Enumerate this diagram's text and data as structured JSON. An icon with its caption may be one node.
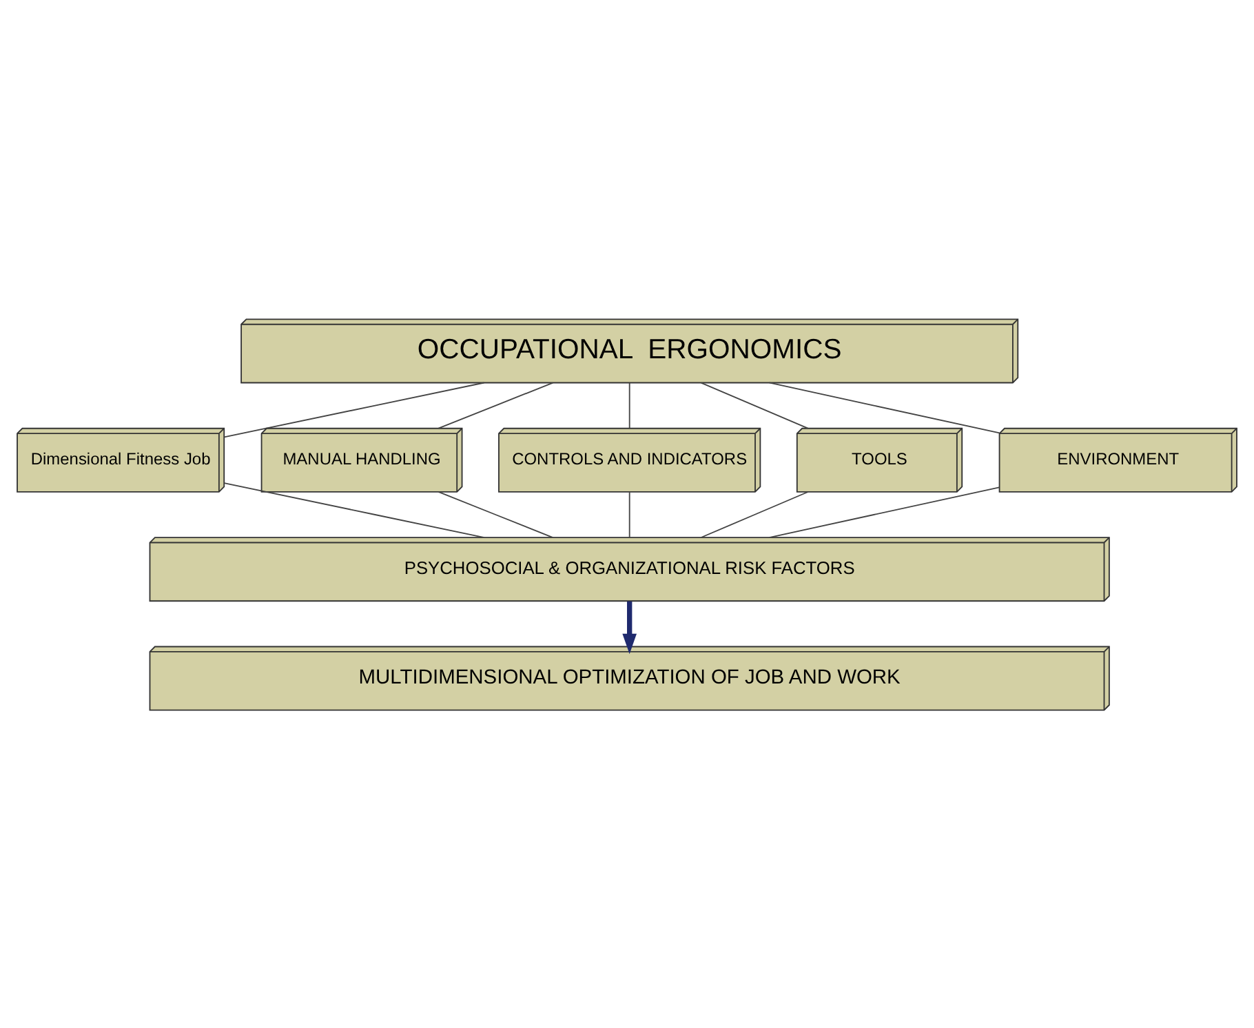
{
  "diagram": {
    "nodes": [
      {
        "text": [
          "OCCUPATIONAL  ERGONOMICS"
        ]
      },
      {
        "text": [
          "Dimensional Fitness Job"
        ]
      },
      {
        "text": [
          "MANUAL HANDLING"
        ]
      },
      {
        "text": [
          "CONTROLS AND INDICATORS"
        ]
      },
      {
        "text": [
          "TOOLS"
        ]
      },
      {
        "text": [
          "ENVIRONMENT"
        ]
      },
      {
        "text": [
          "PSYCHOSOCIAL & ORGANIZATIONAL RISK FACTORS"
        ]
      },
      {
        "text": [
          "MULTIDIMENSIONAL OPTIMIZATION OF JOB AND WORK"
        ]
      }
    ],
    "edges": [
      {
        "from": 0,
        "to": 1,
        "arrow": "none"
      },
      {
        "from": 0,
        "to": 4,
        "arrow": "none"
      },
      {
        "from": 0,
        "to": 2,
        "arrow": "none"
      },
      {
        "from": 0,
        "to": 5,
        "arrow": "none"
      },
      {
        "from": 0,
        "to": 3,
        "arrow": "none"
      },
      {
        "from": 1,
        "to": 6,
        "arrow": "none"
      },
      {
        "from": 4,
        "to": 6,
        "arrow": "none"
      },
      {
        "from": 2,
        "to": 6,
        "arrow": "none"
      },
      {
        "from": 5,
        "to": 6,
        "arrow": "none"
      },
      {
        "from": 3,
        "to": 6,
        "arrow": "none"
      },
      {
        "from": 6,
        "to": 7,
        "arrow": "to",
        "style": "thick",
        "color": "#1f2a6e"
      }
    ]
  }
}
